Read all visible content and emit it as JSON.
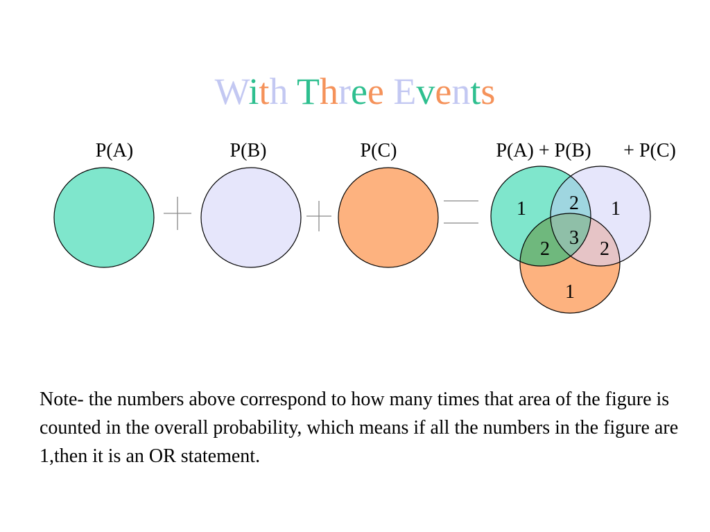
{
  "title": {
    "segments": [
      {
        "text": "W",
        "color": "#c3c8f2"
      },
      {
        "text": "i",
        "color": "#2ebf8f"
      },
      {
        "text": "t",
        "color": "#f5925a"
      },
      {
        "text": "h",
        "color": "#c3c8f2"
      },
      {
        "text": " ",
        "color": "#000000"
      },
      {
        "text": "T",
        "color": "#2ebf8f"
      },
      {
        "text": "h",
        "color": "#f5925a"
      },
      {
        "text": "r",
        "color": "#c3c8f2"
      },
      {
        "text": "e",
        "color": "#2ebf8f"
      },
      {
        "text": "e",
        "color": "#f5925a"
      },
      {
        "text": " ",
        "color": "#000000"
      },
      {
        "text": "E",
        "color": "#c3c8f2"
      },
      {
        "text": "v",
        "color": "#2ebf8f"
      },
      {
        "text": "e",
        "color": "#f5925a"
      },
      {
        "text": "n",
        "color": "#c3c8f2"
      },
      {
        "text": "t",
        "color": "#2ebf8f"
      },
      {
        "text": "s",
        "color": "#f5925a"
      }
    ]
  },
  "labels": {
    "pa": "P(A)",
    "pb": "P(B)",
    "pc": "P(C)",
    "sum_ab": "P(A) + P(B)",
    "sum_c": "+ P(C)"
  },
  "operators": {
    "plus1": "+",
    "plus2": "+"
  },
  "colors": {
    "a": "#7fe6cc",
    "b": "#e6e6fb",
    "c": "#fdb27f",
    "ab_overlap": "#9fd6e0",
    "ac_overlap": "#6fb87d",
    "bc_overlap": "#e6c4c6",
    "abc_overlap": "#8fbfa8"
  },
  "venn_counts": {
    "a_only": "1",
    "b_only": "1",
    "c_only": "1",
    "ab": "2",
    "ac": "2",
    "bc": "2",
    "abc": "3"
  },
  "note": "Note- the numbers above correspond to how many times that area of the figure is counted in the overall probability, which means if all the numbers in the figure are 1,then it is an OR statement."
}
